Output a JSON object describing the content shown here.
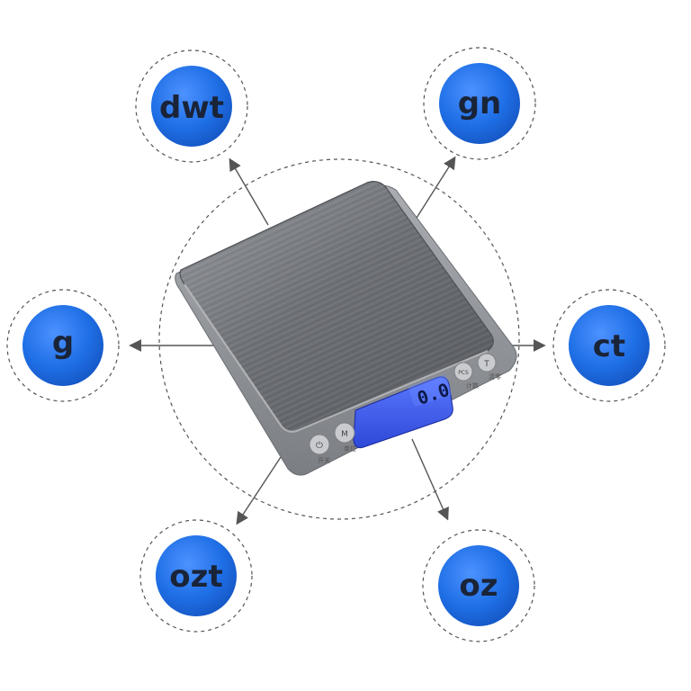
{
  "display": {
    "reading": "0.0"
  },
  "units": {
    "dwt": "dwt",
    "gn": "gn",
    "g": "g",
    "ct": "ct",
    "ozt": "ozt",
    "oz": "oz"
  },
  "buttons": {
    "power_label": "开关",
    "mode_label": "单位",
    "count_label": "计数",
    "tare_label": "清零",
    "power_glyph": "⏻",
    "mode_glyph": "M",
    "count_glyph": "PCS",
    "tare_glyph": "T"
  },
  "colors": {
    "unit_fill": "#1f6fe6",
    "lcd": "#3a5cff",
    "scale_body": "#8c8f94"
  },
  "icons": [
    "power-icon",
    "mode-icon",
    "count-icon",
    "tare-icon"
  ]
}
